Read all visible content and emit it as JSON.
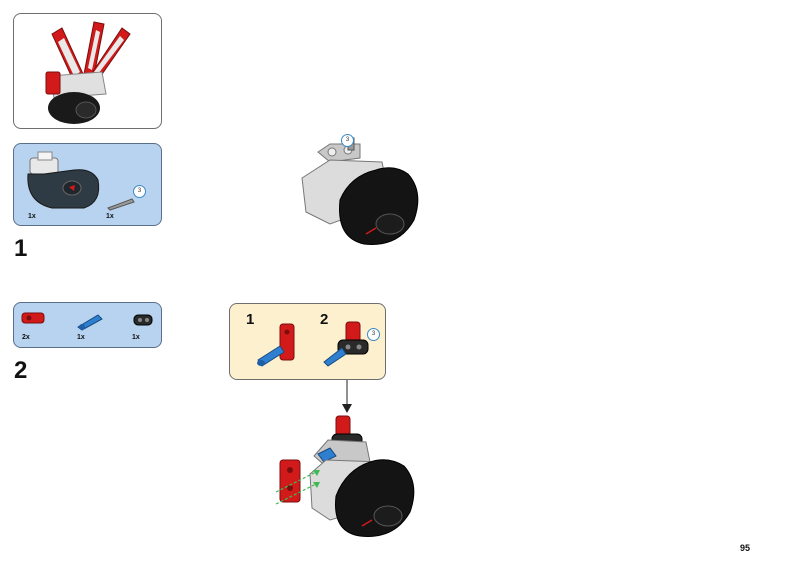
{
  "preview": {
    "icon": "model-preview-icon"
  },
  "step1": {
    "number": "1",
    "parts": [
      {
        "qty": "1x",
        "icon": "motor-part-icon"
      },
      {
        "qty": "1x",
        "icon": "axle-part-icon",
        "length": "3"
      }
    ],
    "callout_length": "3"
  },
  "step2": {
    "number": "2",
    "parts": [
      {
        "qty": "2x",
        "icon": "red-connector-part-icon"
      },
      {
        "qty": "1x",
        "icon": "blue-pin-part-icon"
      },
      {
        "qty": "1x",
        "icon": "black-connector-part-icon"
      }
    ],
    "substeps": [
      {
        "number": "1"
      },
      {
        "number": "2",
        "length": "3"
      }
    ]
  },
  "page_number": "95",
  "colors": {
    "parts_bg": "#b7d3ef",
    "sub_bg": "#fdf0cf",
    "red": "#d21a1a",
    "blue": "#2f7fd1",
    "green": "#3dbb52"
  }
}
